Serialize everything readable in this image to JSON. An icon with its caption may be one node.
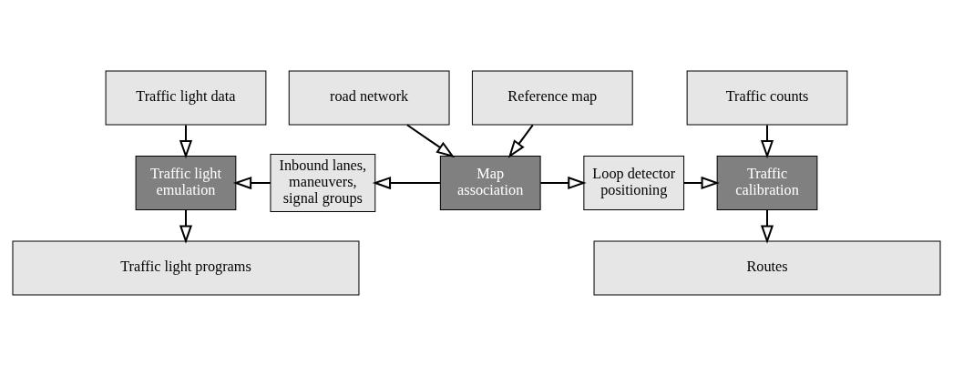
{
  "diagram": {
    "nodes": [
      {
        "text": [
          "Traffic light data"
        ]
      },
      {
        "text": [
          "road network"
        ]
      },
      {
        "text": [
          "Reference map"
        ]
      },
      {
        "text": [
          "Traffic counts"
        ]
      },
      {
        "text": [
          "Traffic light emulation"
        ]
      },
      {
        "text": [
          "Inbound lanes, maneuvers, signal groups"
        ]
      },
      {
        "text": [
          "Map association"
        ]
      },
      {
        "text": [
          "Loop detector positioning"
        ]
      },
      {
        "text": [
          "Traffic calibration"
        ]
      },
      {
        "text": [
          "Traffic light programs"
        ]
      },
      {
        "text": [
          "Routes"
        ]
      }
    ],
    "edges": [
      {
        "from": 0,
        "to": 4,
        "arrow": "to"
      },
      {
        "from": 1,
        "to": 6,
        "arrow": "to"
      },
      {
        "from": 2,
        "to": 6,
        "arrow": "to"
      },
      {
        "from": 3,
        "to": 8,
        "arrow": "to"
      },
      {
        "from": 6,
        "to": 5,
        "arrow": "to"
      },
      {
        "from": 5,
        "to": 4,
        "arrow": "to"
      },
      {
        "from": 6,
        "to": 7,
        "arrow": "to"
      },
      {
        "from": 7,
        "to": 8,
        "arrow": "to"
      },
      {
        "from": 4,
        "to": 9,
        "arrow": "to"
      },
      {
        "from": 8,
        "to": 10,
        "arrow": "to"
      }
    ]
  }
}
